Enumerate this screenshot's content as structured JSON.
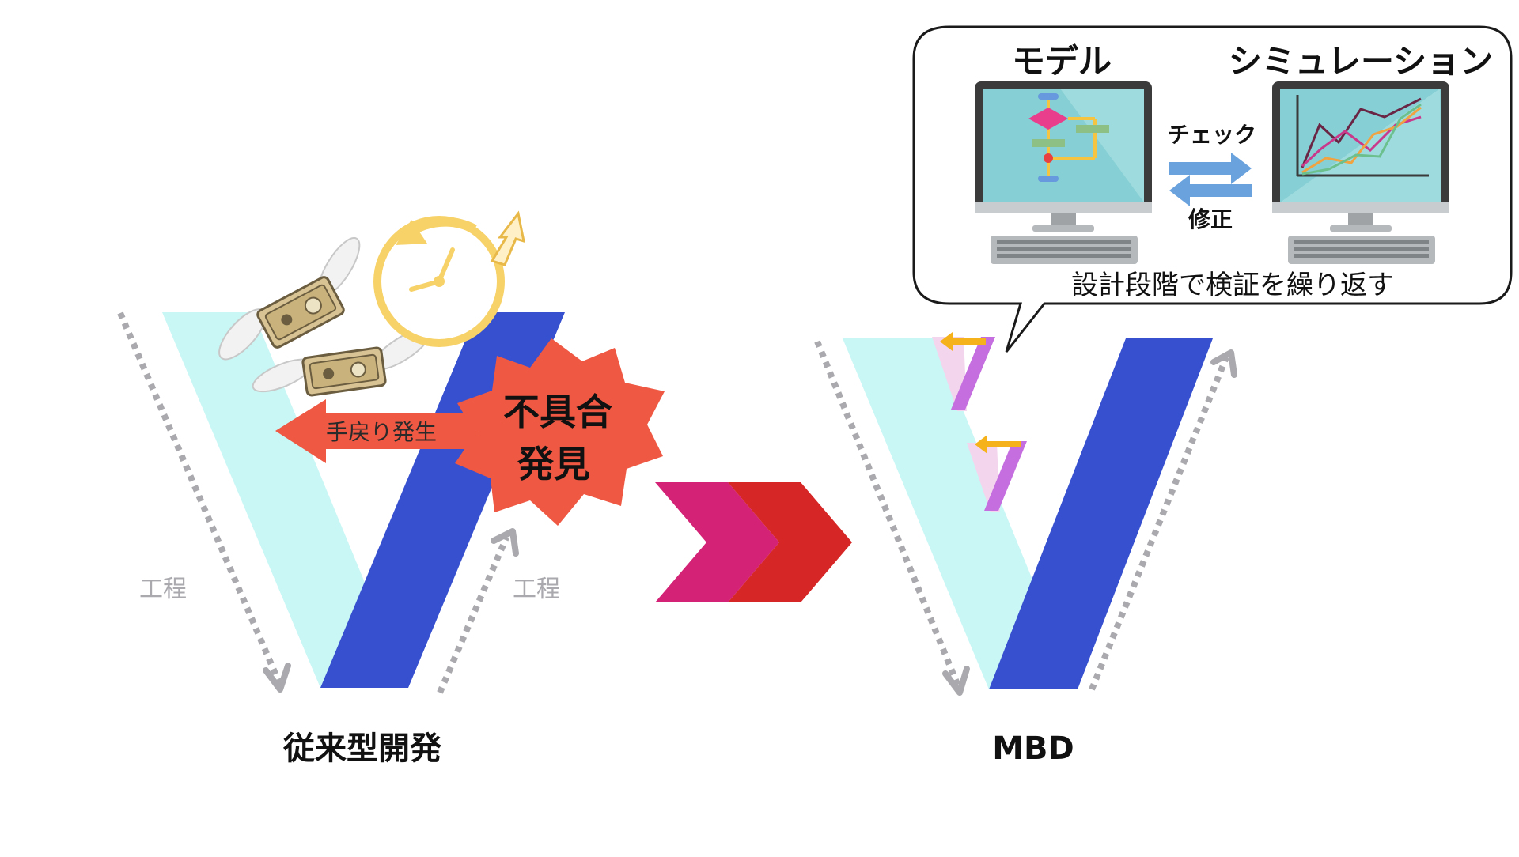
{
  "diagram": {
    "left": {
      "title": "従来型開発",
      "process_label_left": "工程",
      "process_label_right": "工程",
      "defect_burst": {
        "line1": "不具合",
        "line2": "発見"
      },
      "rework_arrow_label": "手戻り発生"
    },
    "right": {
      "title": "MBD",
      "callout": {
        "model_label": "モデル",
        "simulation_label": "シミュレーション",
        "check_label": "チェック",
        "fix_label": "修正",
        "caption": "設計段階で検証を繰り返す"
      }
    },
    "colors": {
      "v_light": "#c8f7f5",
      "v_dark": "#3650d0",
      "process_arrow": "#a9a9ae",
      "burst": "#ef5843",
      "chevron_magenta": "#d42277",
      "chevron_red": "#d62626",
      "mini_v_purple": "#c56ee0",
      "mini_v_pink": "#f3d6ee",
      "mini_arrow_orange": "#f5b21a",
      "exchange_arrow": "#6aa2de",
      "monitor_screen": "#86cfd4",
      "money": "#d8c394",
      "clock": "#f7d268"
    }
  }
}
